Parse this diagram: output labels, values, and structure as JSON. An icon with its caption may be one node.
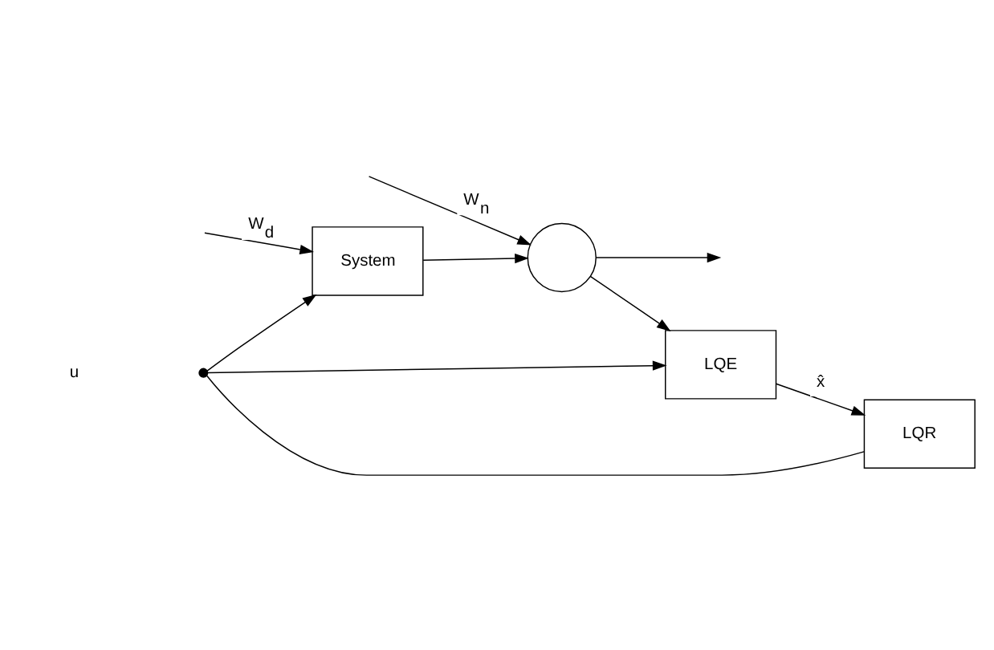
{
  "diagram": {
    "nodes": [
      {
        "text": [],
        "shape": "dot"
      },
      {
        "text": [
          "System"
        ]
      },
      {
        "text": [],
        "shape": "circle"
      },
      {
        "text": [
          "LQR"
        ]
      },
      {
        "text": [
          "LQE"
        ]
      }
    ],
    "edges": [
      {
        "from": null,
        "to": 1,
        "arrow": "to",
        "label": "W$_{d}$"
      },
      {
        "from": null,
        "to": 2,
        "arrow": "to",
        "label": "W$_{n}$"
      },
      {
        "from": 0,
        "to": 1,
        "arrow": "to"
      },
      {
        "from": 1,
        "to": 2,
        "arrow": "to"
      },
      {
        "from": 2,
        "to": null,
        "arrow": "to"
      },
      {
        "from": 0,
        "to": 4,
        "arrow": "to"
      },
      {
        "from": 2,
        "to": 4,
        "arrow": "to"
      },
      {
        "from": 4,
        "to": 3,
        "arrow": "to",
        "label": "x̂"
      },
      {
        "from": 3,
        "to": 0,
        "arrow": "none"
      }
    ],
    "labels": [
      "u"
    ]
  }
}
